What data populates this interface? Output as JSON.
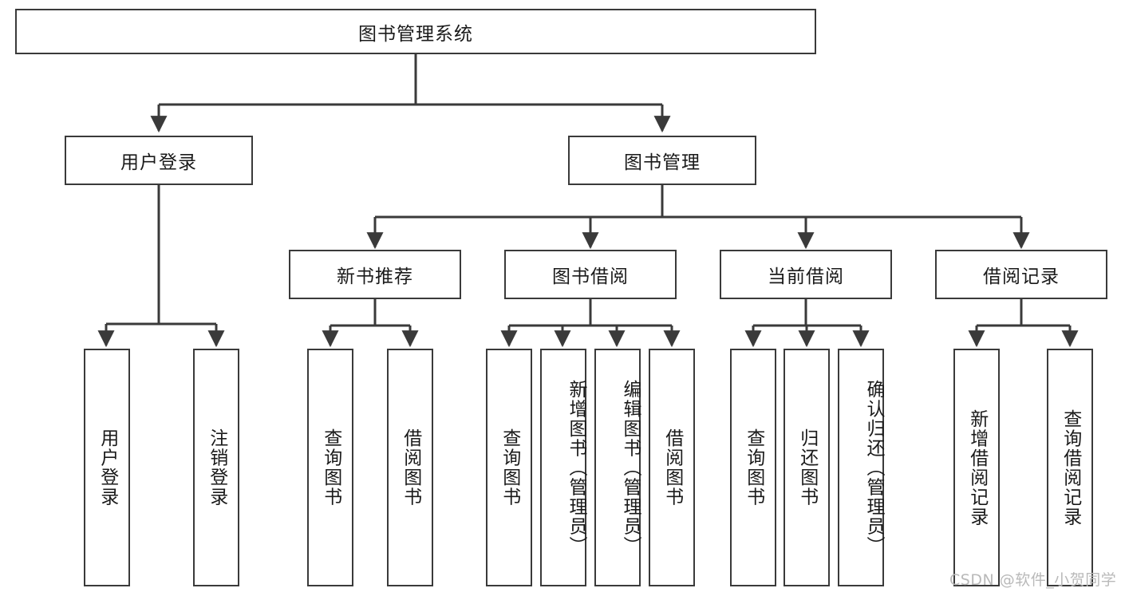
{
  "diagram": {
    "title": "图书管理系统",
    "root": {
      "label": "图书管理系统"
    },
    "level2": [
      {
        "label": "用户登录"
      },
      {
        "label": "图书管理"
      }
    ],
    "level3": [
      {
        "label": "新书推荐"
      },
      {
        "label": "图书借阅"
      },
      {
        "label": "当前借阅"
      },
      {
        "label": "借阅记录"
      }
    ],
    "leaves": {
      "user_login": [
        {
          "label": "用户登录"
        },
        {
          "label": "注销登录"
        }
      ],
      "new_book_recommend": [
        {
          "label": "查询图书"
        },
        {
          "label": "借阅图书"
        }
      ],
      "book_borrow": [
        {
          "label": "查询图书"
        },
        {
          "label": "新增图书（管理员）"
        },
        {
          "label": "编辑图书（管理员）"
        },
        {
          "label": "借阅图书"
        }
      ],
      "current_borrow": [
        {
          "label": "查询图书"
        },
        {
          "label": "归还图书"
        },
        {
          "label": "确认归还（管理员）"
        }
      ],
      "borrow_record": [
        {
          "label": "新增借阅记录"
        },
        {
          "label": "查询借阅记录"
        }
      ]
    }
  },
  "watermark": {
    "text": "CSDN @软件_小贺同学"
  },
  "colors": {
    "stroke": "#3a3a3a",
    "background": "#ffffff",
    "text": "#1a1a1a",
    "watermark": "#b9b9b9"
  }
}
